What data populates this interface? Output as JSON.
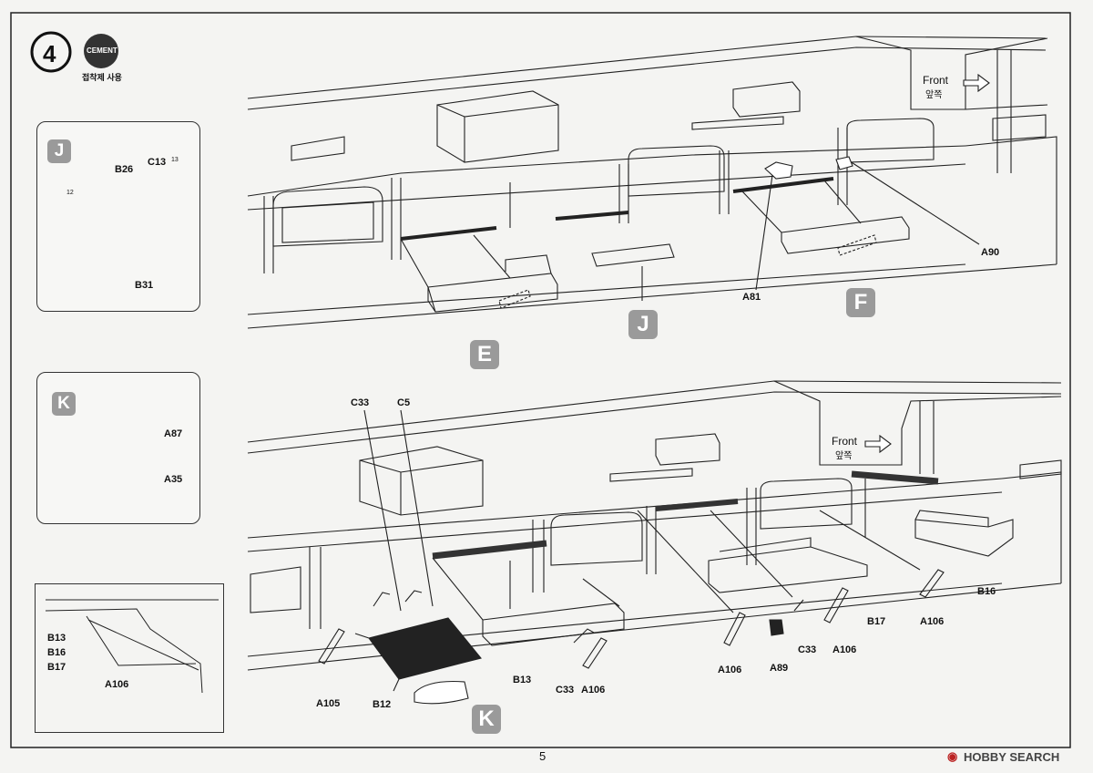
{
  "step": {
    "number": "4",
    "cement_badge": "CEMENT",
    "cement_note": "접착제 사용"
  },
  "subassemblies": {
    "J": {
      "letter": "J",
      "parts": [
        "B26",
        "C13",
        "B31"
      ],
      "badge_C13": "13",
      "badge_deck": "12"
    },
    "K": {
      "letter": "K",
      "parts": [
        "A87",
        "A35"
      ]
    },
    "detail": {
      "parts_left": [
        "B13",
        "B16",
        "B17"
      ],
      "part": "A106"
    }
  },
  "upper_view": {
    "front_label": "Front",
    "front_label_kr": "앞쪽",
    "callouts": [
      "A90",
      "A81"
    ],
    "letters": [
      "E",
      "J",
      "F"
    ]
  },
  "lower_view": {
    "front_label": "Front",
    "front_label_kr": "앞쪽",
    "callouts_top": [
      "C33",
      "C5"
    ],
    "callouts": [
      "B16",
      "B17",
      "A106",
      "C33",
      "A106",
      "A89",
      "A106",
      "B13",
      "C33",
      "A106",
      "A105",
      "B12"
    ],
    "letters": [
      "K"
    ]
  },
  "footer": {
    "page_number": "5",
    "watermark": "HOBBY SEARCH"
  }
}
